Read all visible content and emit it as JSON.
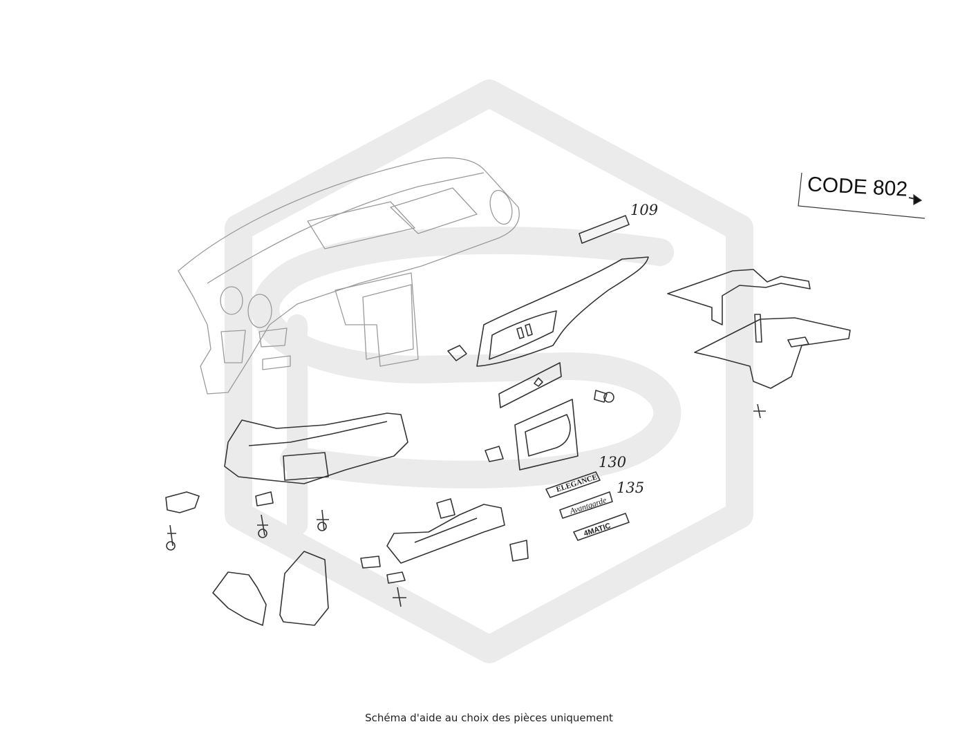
{
  "diagram": {
    "code_label": "CODE 802",
    "callouts": [
      "109",
      "130",
      "135"
    ],
    "badges": [
      "ELEGANCE",
      "Avantgarde",
      "4MATIC"
    ],
    "caption": "Schéma d'aide au choix des pièces uniquement"
  },
  "colors": {
    "watermark": "#ebebeb",
    "line": "#333333",
    "light_line": "#9a9a9a"
  }
}
